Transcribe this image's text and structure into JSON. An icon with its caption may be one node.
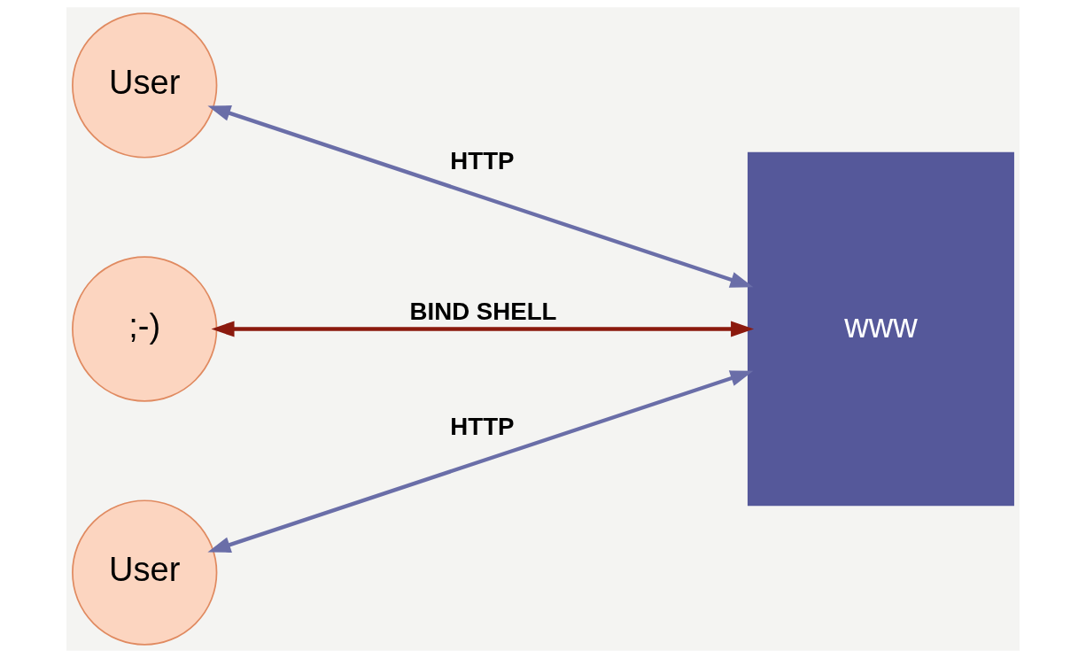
{
  "diagram": {
    "nodes": [
      {
        "text": [
          "User"
        ]
      },
      {
        "text": [
          ";-)"
        ]
      },
      {
        "text": [
          "User"
        ]
      },
      {
        "text": [
          "www"
        ]
      }
    ],
    "edges": [
      {
        "from": 0,
        "to": 3,
        "arrow": "both",
        "label": "HTTP"
      },
      {
        "from": 1,
        "to": 3,
        "arrow": "both",
        "label": "BIND SHELL",
        "color": "#8b1a0e"
      },
      {
        "from": 2,
        "to": 3,
        "arrow": "both",
        "label": "HTTP"
      }
    ]
  }
}
